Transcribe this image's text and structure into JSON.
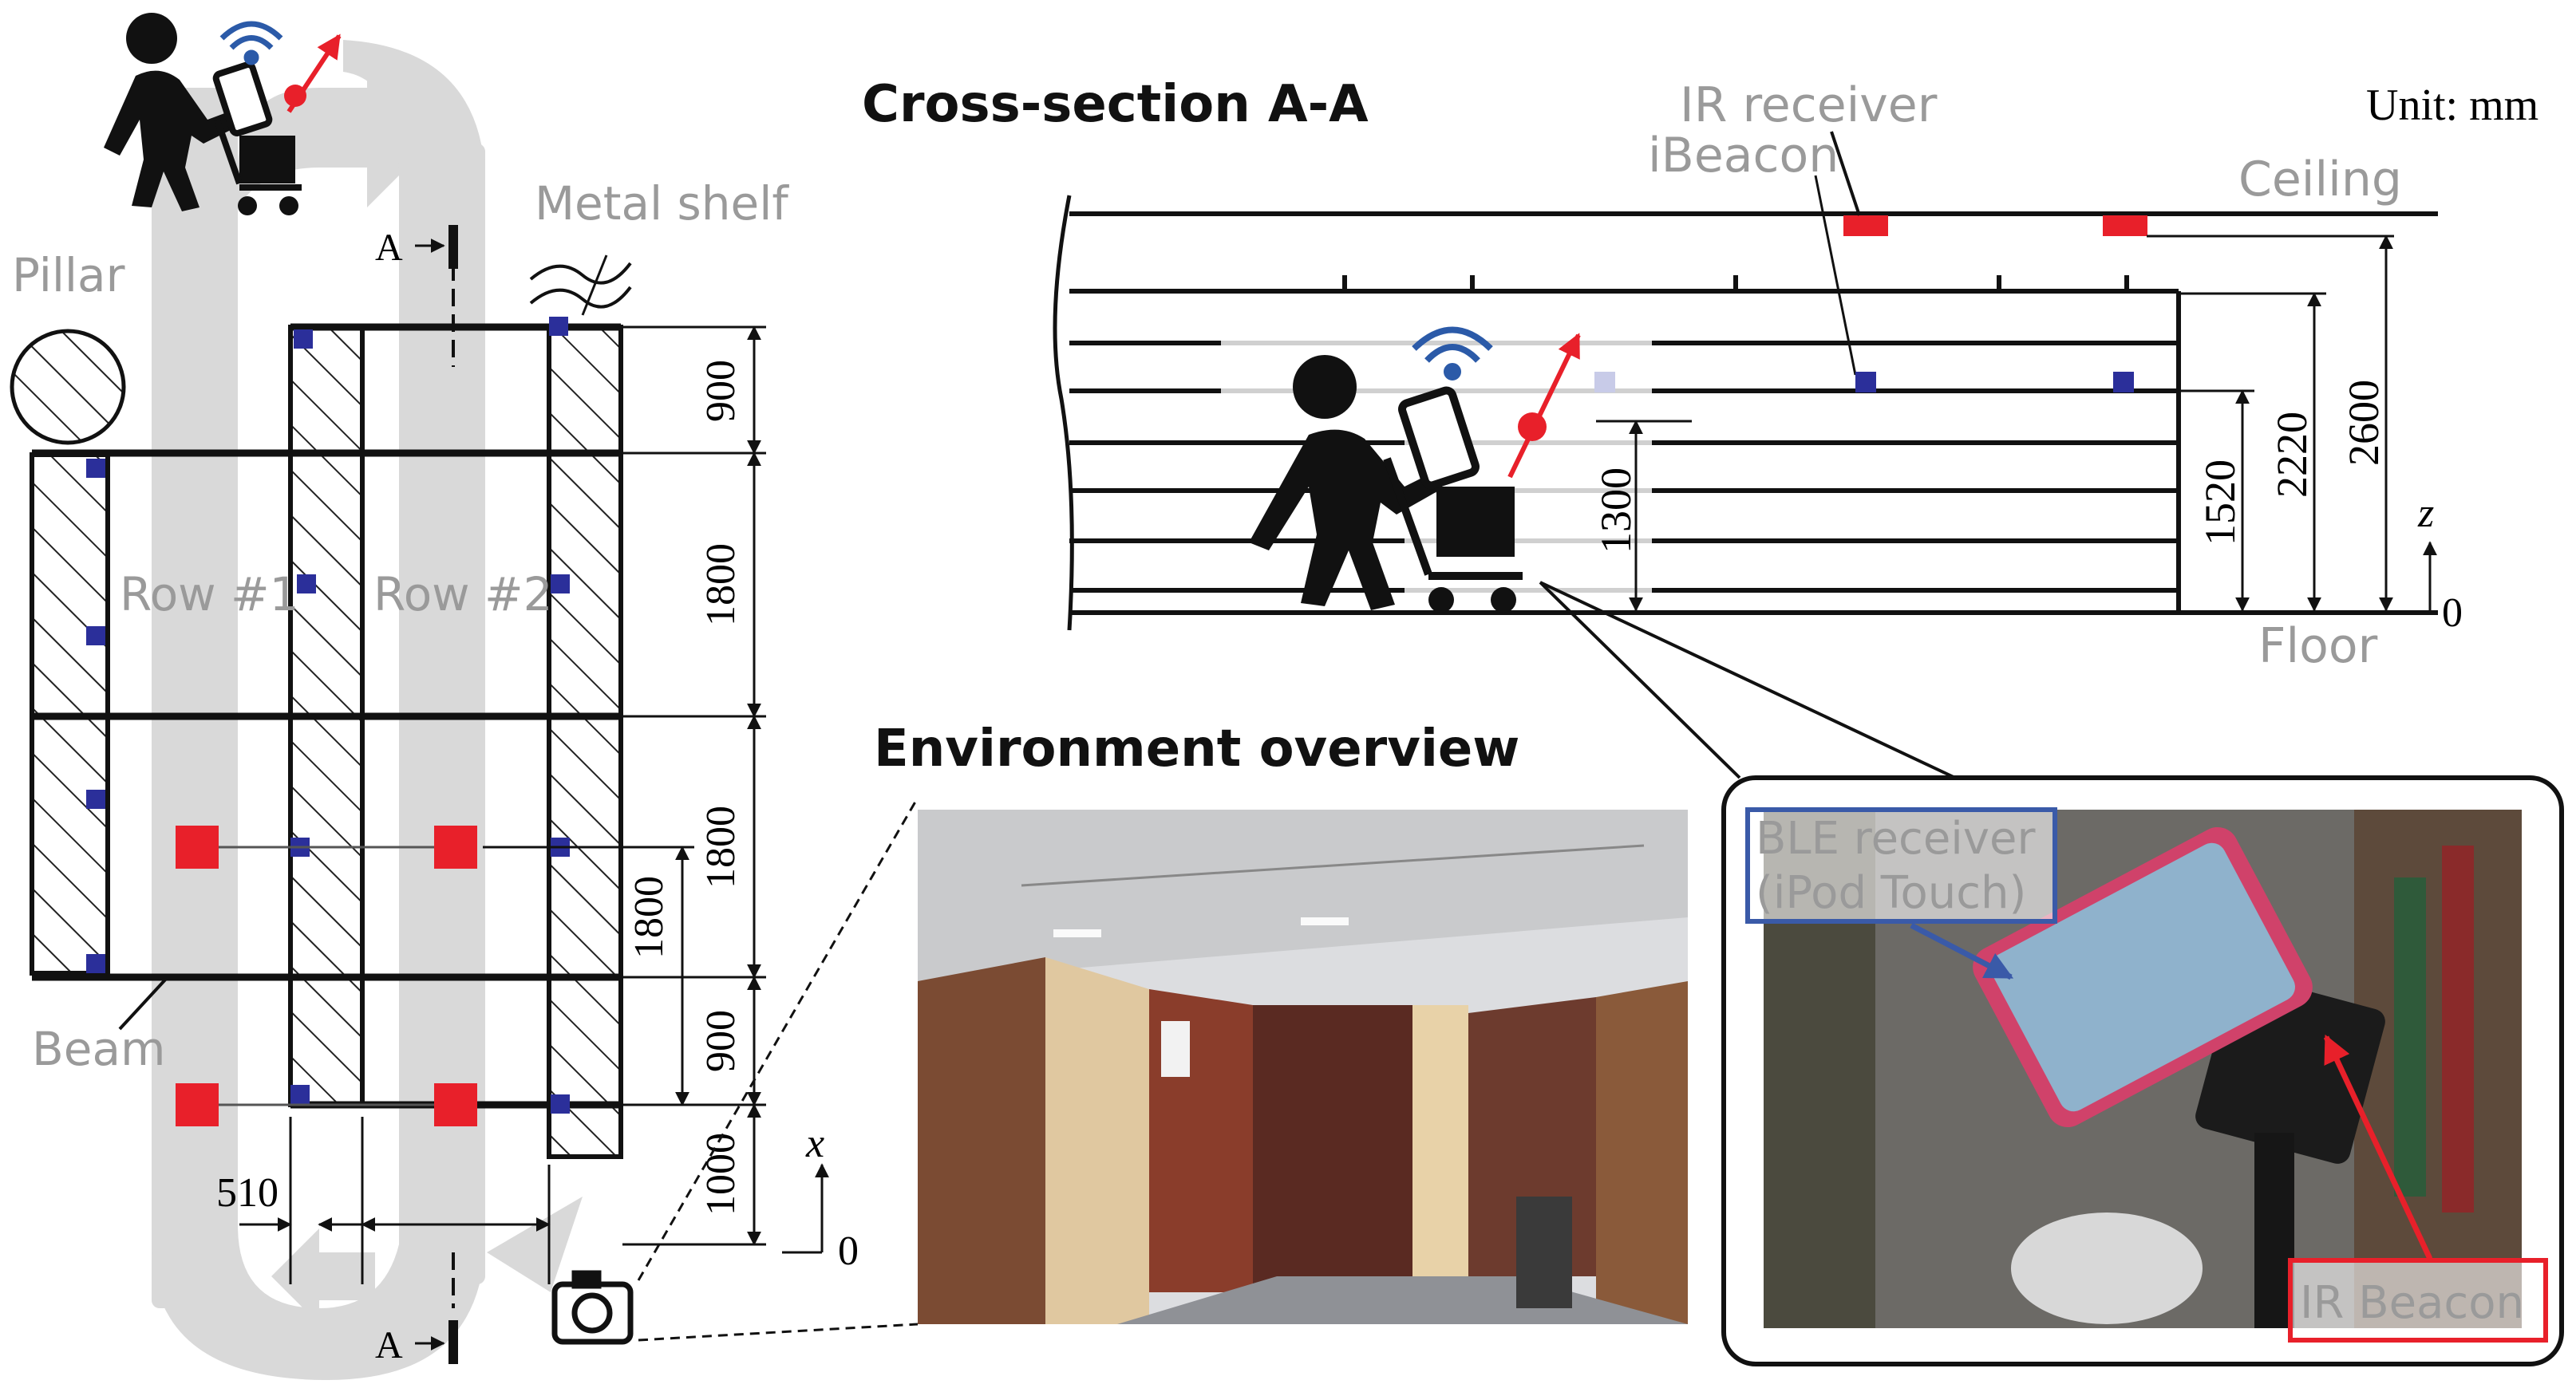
{
  "plan": {
    "labels": {
      "pillar": "Pillar",
      "metal_shelf": "Metal shelf",
      "row1": "Row #1",
      "row2": "Row #2",
      "beam": "Beam",
      "section_mark": "A"
    },
    "dims": {
      "d900_top": "900",
      "d1800_a": "1800",
      "d1800_b": "1800",
      "d900_bottom": "900",
      "d1000": "1000",
      "d1800_inner": "1800",
      "d510": "510"
    },
    "axis": {
      "x": "x",
      "origin": "0"
    }
  },
  "section": {
    "title": "Cross-section A-A",
    "unit": "Unit: mm",
    "ir_receiver": "IR receiver",
    "ibeacon": "iBeacon",
    "ceiling": "Ceiling",
    "floor": "Floor",
    "dims": {
      "d1300": "1300",
      "d1520": "1520",
      "d2220": "2220",
      "d2600": "2600"
    },
    "axis": {
      "z": "z",
      "origin": "0"
    }
  },
  "overview": {
    "title": "Environment overview"
  },
  "inset": {
    "ble_line1": "BLE receiver",
    "ble_line2": "(iPod Touch)",
    "ir_beacon": "IR Beacon"
  },
  "colors": {
    "ir_red": "#e8202a",
    "beacon_blue": "#2b2f9a",
    "path_gray": "#d9d9d9",
    "wifi_blue": "#2b5aa8",
    "ble_box": "#3a5aa8"
  }
}
